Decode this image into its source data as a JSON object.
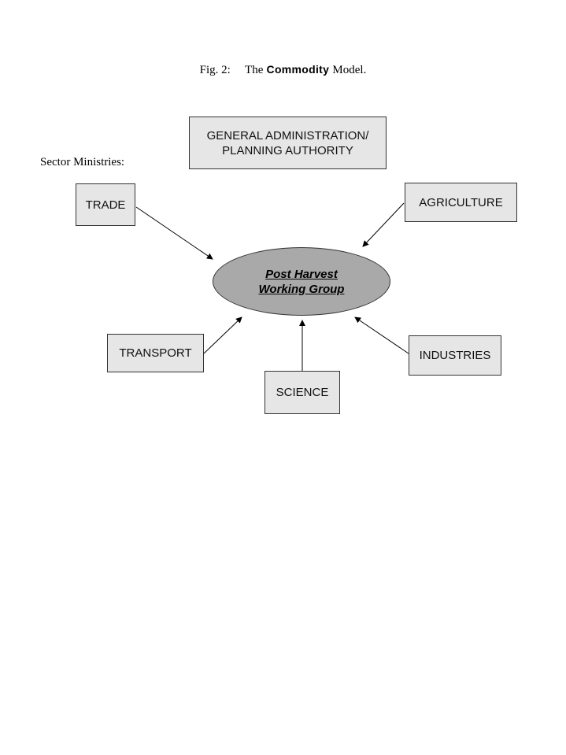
{
  "caption": {
    "fig_label": "Fig. 2:",
    "prefix": "The",
    "emphasis": "Commodity",
    "suffix": "Model."
  },
  "sector_label": "Sector Ministries:",
  "admin_box": {
    "line1": "GENERAL ADMINISTRATION/",
    "line2": "PLANNING AUTHORITY"
  },
  "center": {
    "line1": "Post Harvest",
    "line2": "Working Group"
  },
  "ministries": {
    "trade": "TRADE",
    "agriculture": "AGRICULTURE",
    "transport": "TRANSPORT",
    "industries": "INDUSTRIES",
    "science": "SCIENCE"
  },
  "colors": {
    "box_fill": "#e6e6e6",
    "ellipse_fill": "#a9a9a9",
    "stroke": "#333333"
  }
}
